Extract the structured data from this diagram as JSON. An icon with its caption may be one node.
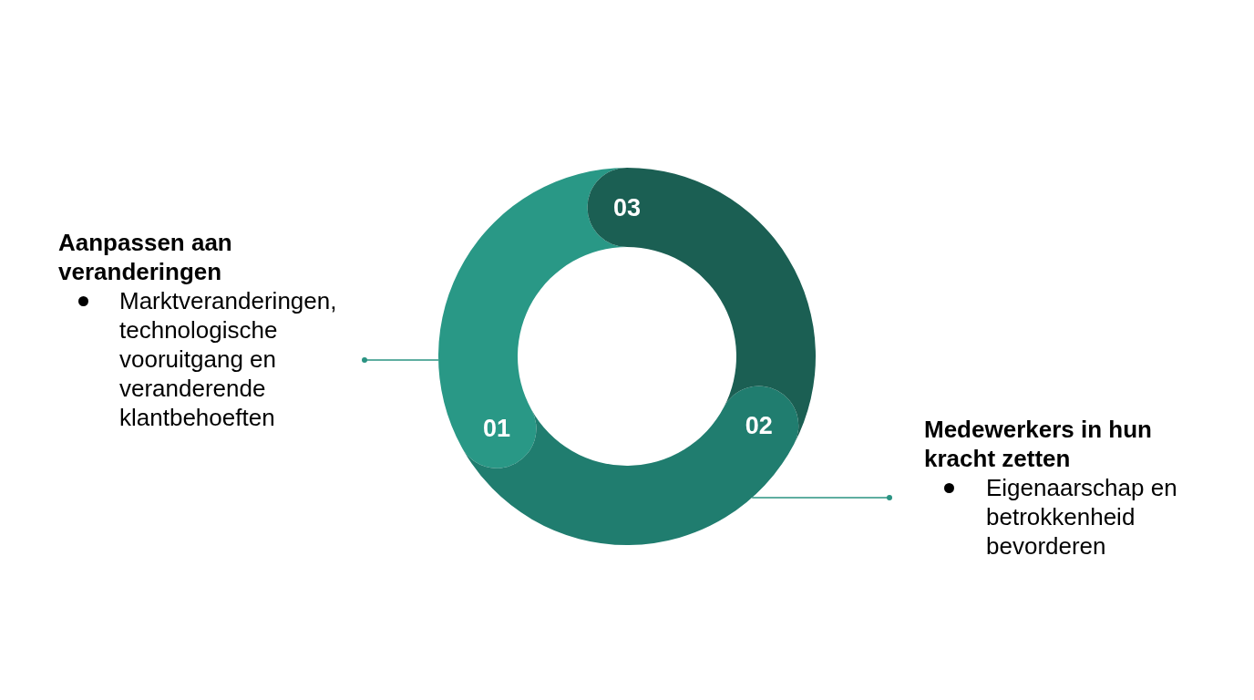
{
  "diagram": {
    "nodes": [
      {
        "text": [
          "Aanpassen aan veranderingen",
          "Marktveranderingen, technologische vooruitgang en veranderende klantbehoeften"
        ]
      },
      {
        "text": [
          "01"
        ]
      },
      {
        "text": [
          "02"
        ]
      },
      {
        "text": [
          "03"
        ]
      },
      {
        "text": [
          "Medewerkers in hun kracht zetten",
          "Eigenaarschap en betrokkenheid bevorderen"
        ]
      }
    ],
    "edges": [
      {
        "from": 0,
        "to": 1,
        "arrow": "other"
      },
      {
        "from": 4,
        "to": 2,
        "arrow": "other"
      }
    ]
  }
}
